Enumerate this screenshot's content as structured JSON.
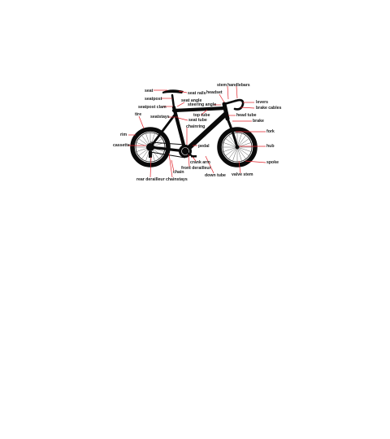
{
  "diagram": {
    "labels": {
      "seat": "seat",
      "seat_rails": "seat rails",
      "stem": "stem",
      "handlebars": "handlebars",
      "headset": "headset",
      "seatpost": "seatpost",
      "seat_angle": "seat angle",
      "steering_angle": "steering angle",
      "levers": "levers",
      "seatpost_clam": "seatpost clam",
      "brake_cables": "brake cables",
      "tire": "tire",
      "top_tube": "top tube",
      "head_tube": "head tube",
      "seatstays": "seatstays",
      "seat_tube": "seat tube",
      "brake": "brake",
      "chainring": "chainring",
      "fork": "fork",
      "rim": "rim",
      "cassette": "cassette",
      "pedal": "pedal",
      "hub": "hub",
      "crank_arm": "crank arm",
      "front_derailleur": "front derailleur",
      "spoke": "spoke",
      "chain": "chain",
      "down_tube": "down tube",
      "valve_stem": "valve stem",
      "rear_derailleur": "rear derailleur",
      "chainstays": "chainstays"
    },
    "colors": {
      "leader": "#e0222a",
      "frame": "#0a0a0a",
      "text": "#1a1a1a"
    }
  }
}
